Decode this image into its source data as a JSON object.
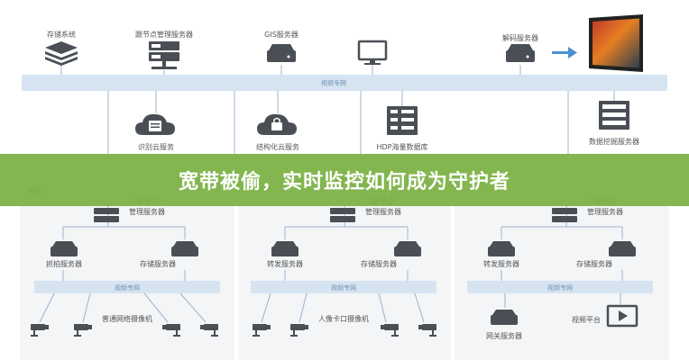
{
  "top": {
    "nodes": {
      "storage": "存储系统",
      "edge_mgmt": "跟节点管理服务器",
      "gis": "GIS服务器",
      "decoder": "解码服务器"
    },
    "bus": "视频专网",
    "services": {
      "recog": "识别云服务",
      "struct": "结构化云服务",
      "hdp": "HDP海量数据库",
      "mining": "数据挖掘服务器"
    }
  },
  "banner": {
    "title": "宽带被偷，实时监控如何成为守护者"
  },
  "branches": [
    {
      "tag": "分局",
      "mgmt": "二级节点\n管理服务器",
      "left": "抓拍服务器",
      "right": "存储服务器",
      "bus": "视频专网",
      "cams": "普通网络摄像机"
    },
    {
      "tag": "",
      "mgmt": "二级节点\n管理服务器",
      "left": "转发服务器",
      "right": "存储服务器",
      "bus": "视频专网",
      "cams": "人像卡口摄像机"
    },
    {
      "tag": "",
      "mgmt": "二级节点\n管理服务器",
      "left": "转发服务器",
      "right": "存储服务器",
      "bus": "视频专网",
      "gateway": "网关服务器",
      "platform": "视频平台"
    }
  ],
  "colors": {
    "bus": "#d6e4f1",
    "line": "#9bb4cc",
    "icon": "#4a4f55",
    "banner": "#7ab042",
    "panel": "#f3f5f7"
  }
}
